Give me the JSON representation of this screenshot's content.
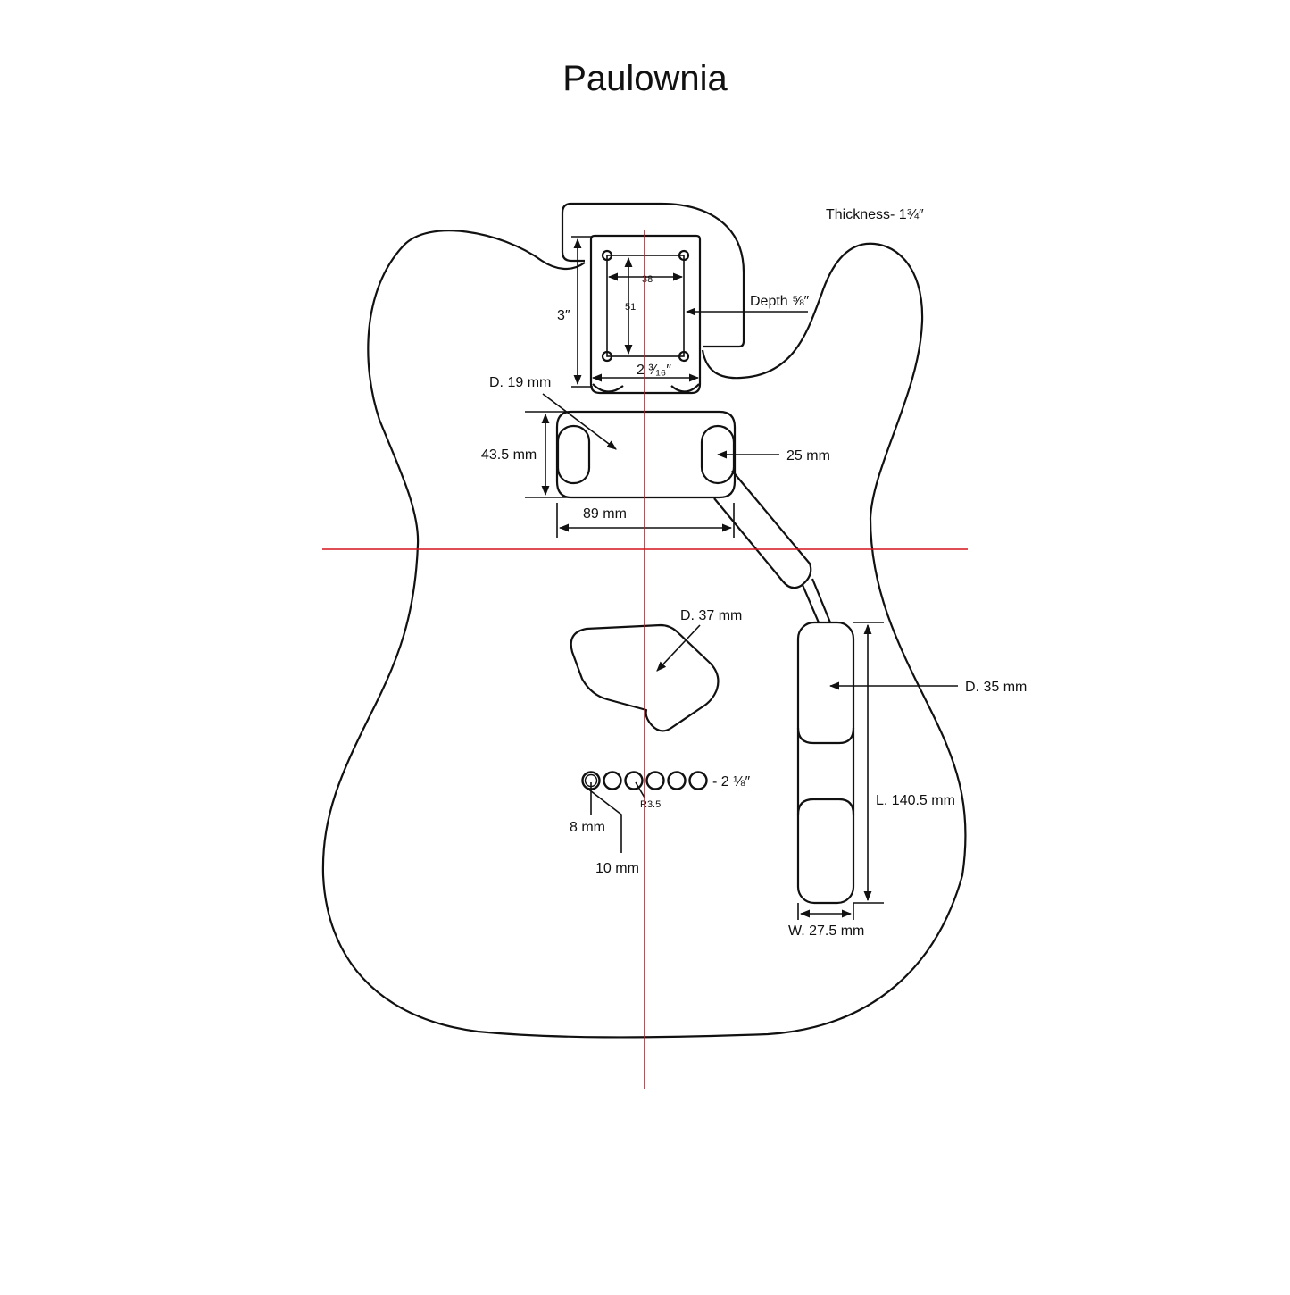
{
  "title": "Paulownia",
  "labels": {
    "thickness": "Thickness- 1¾″",
    "depth": "Depth ⅝″",
    "neck_length": "3″",
    "neck_width": "2 ³⁄₁₆″",
    "screw_spacing_w": "38",
    "screw_spacing_h": "51",
    "neck_pickup_depth": "D. 19 mm",
    "neck_pickup_height": "43.5 mm",
    "neck_pickup_end": "25 mm",
    "neck_pickup_width": "89 mm",
    "control_depth": "D. 37 mm",
    "bridge_depth": "D. 35 mm",
    "bridge_length": "L. 140.5 mm",
    "bridge_width": "W. 27.5 mm",
    "holes_spacing": "- 2 ⅛″",
    "hole_radius": "R3.5",
    "hole_small": "8 mm",
    "hole_large": "10 mm"
  },
  "colors": {
    "outline": "#111111",
    "centerline": "#d4141c"
  }
}
